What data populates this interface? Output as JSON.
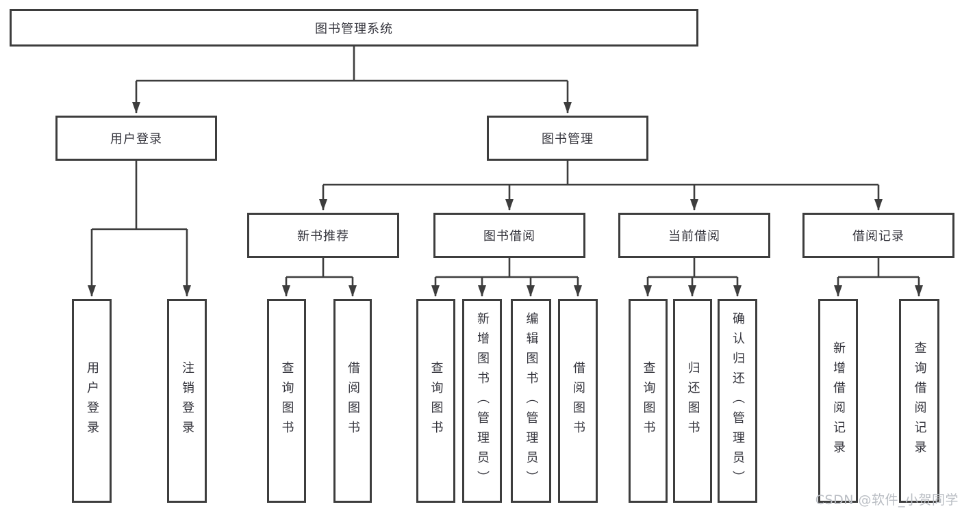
{
  "diagram": {
    "title": "图书管理系统",
    "level2": {
      "user_login": "用户登录",
      "book_mgmt": "图书管理"
    },
    "level3": {
      "new_books": "新书推荐",
      "borrow": "图书借阅",
      "current": "当前借阅",
      "records": "借阅记录"
    },
    "leaves": {
      "user_login": "用户登录",
      "logout": "注销登录",
      "query_book_a": "查询图书",
      "borrow_book_a": "借阅图书",
      "query_book_b": "查询图书",
      "add_book": "新增图书（管理员）",
      "edit_book": "编辑图书（管理员）",
      "borrow_book_b": "借阅图书",
      "query_book_c": "查询图书",
      "return_book": "归还图书",
      "confirm_return": "确认归还（管理员）",
      "add_record": "新增借阅记录",
      "query_record": "查询借阅记录"
    }
  },
  "watermark": "CSDN @软件_小贺同学",
  "colors": {
    "line": "#3d3d3d",
    "text": "#35353d",
    "watermark": "#b9bdc3",
    "background": "#ffffff"
  }
}
